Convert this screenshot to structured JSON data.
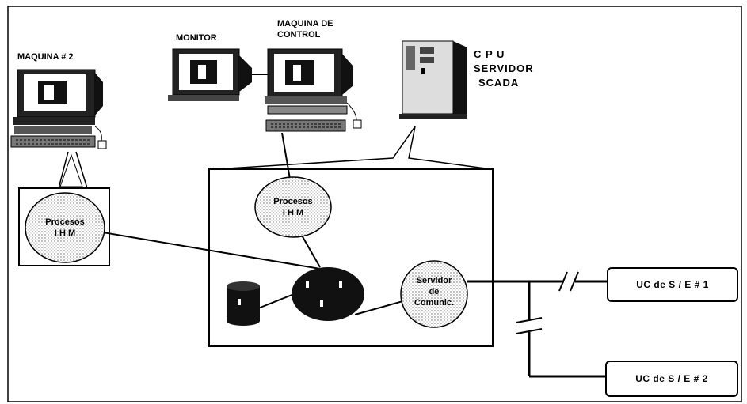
{
  "labels": {
    "maquina2": "MAQUINA # 2",
    "monitor": "MONITOR",
    "maquina_control_1": "MAQUINA DE",
    "maquina_control_2": "CONTROL",
    "cpu_1": "C P U",
    "cpu_2": "SERVIDOR",
    "cpu_3": "SCADA"
  },
  "bubbles": {
    "proceso_ihm_left_1": "Procesos",
    "proceso_ihm_left_2": "I H M",
    "proceso_ihm_center_1": "Procesos",
    "proceso_ihm_center_2": "I H M",
    "servidor_1": "Servidor",
    "servidor_2": "de",
    "servidor_3": "Comunic."
  },
  "remote_units": {
    "uc1": "UC de S / E # 1",
    "uc2": "UC de S / E # 2"
  }
}
